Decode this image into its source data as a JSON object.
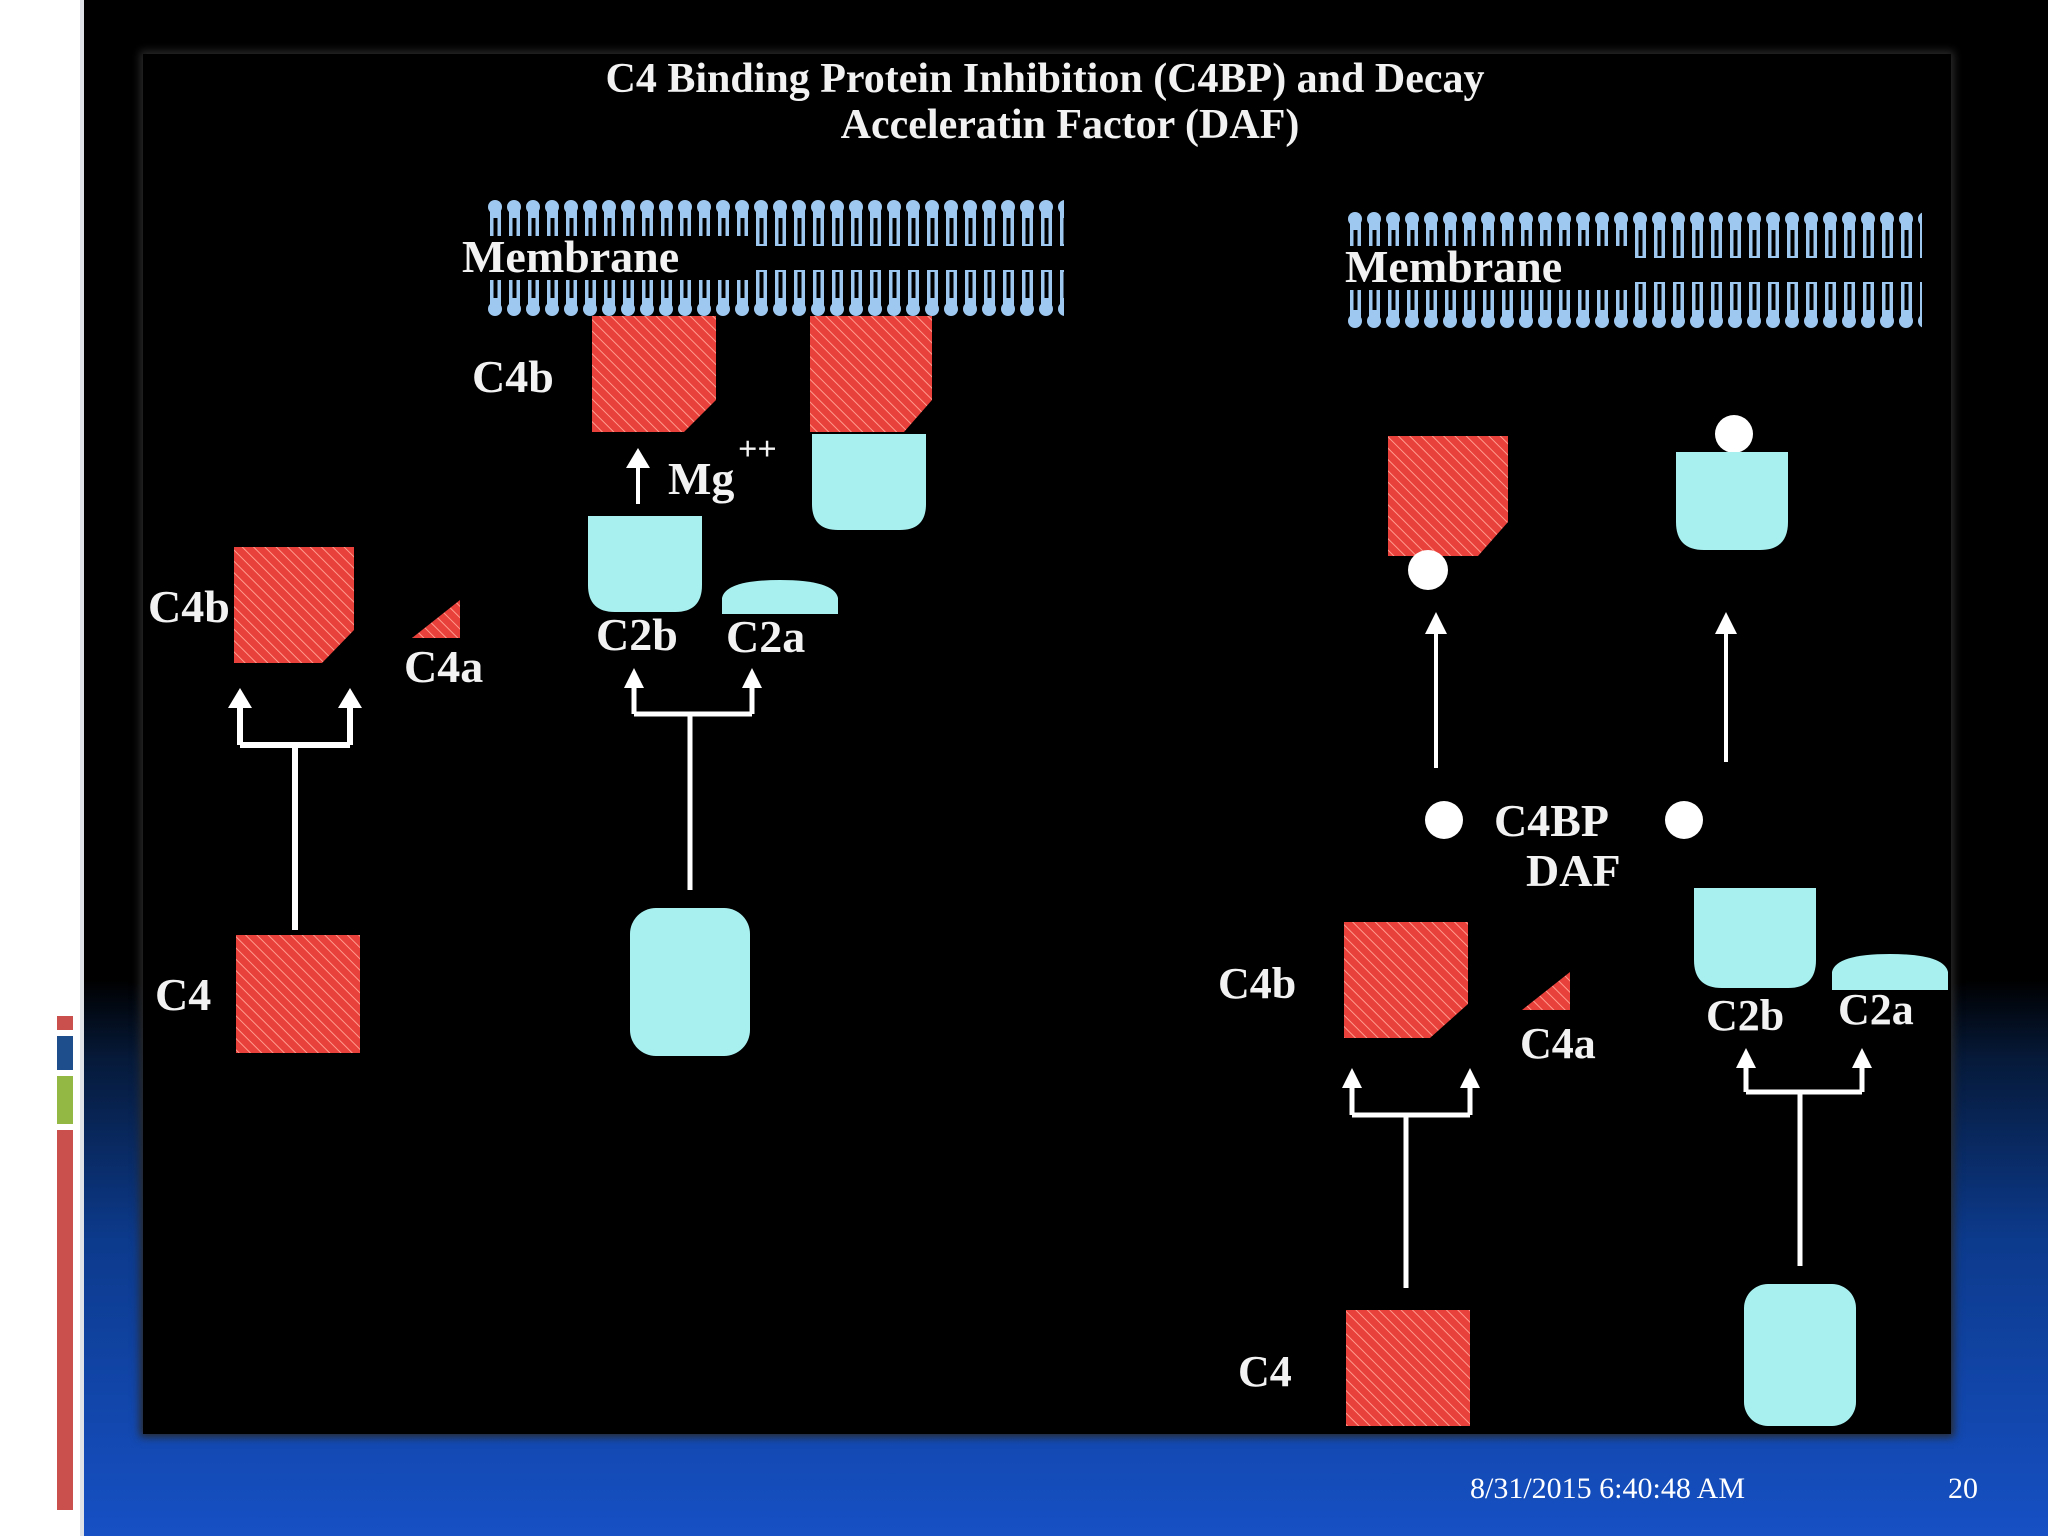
{
  "slide": {
    "title_line1": "C4 Binding Protein Inhibition (C4BP) and Decay",
    "title_line2": "Acceleratin Factor (DAF)",
    "footer_datetime": "8/31/2015 6:40:48 AM",
    "slide_number": "20"
  },
  "labels": {
    "membrane_left": "Membrane",
    "membrane_right": "Membrane",
    "c4b_membrane": "C4b",
    "mg": "Mg",
    "mg_superscript": "++",
    "c4b_left": "C4b",
    "c4a_left": "C4a",
    "c2b_left": "C2b",
    "c2a_left": "C2a",
    "c4_left": "C4",
    "c4bp": "C4BP",
    "daf": "DAF",
    "c4b_right": "C4b",
    "c4a_right": "C4a",
    "c2b_right": "C2b",
    "c2a_right": "C2a",
    "c4_right": "C4"
  },
  "colors": {
    "c4_fill": "#e8403a",
    "c2_fill": "#a8f0f0",
    "membrane": "#9ec8f0",
    "arrow": "#ffffff",
    "background": "#000000"
  }
}
